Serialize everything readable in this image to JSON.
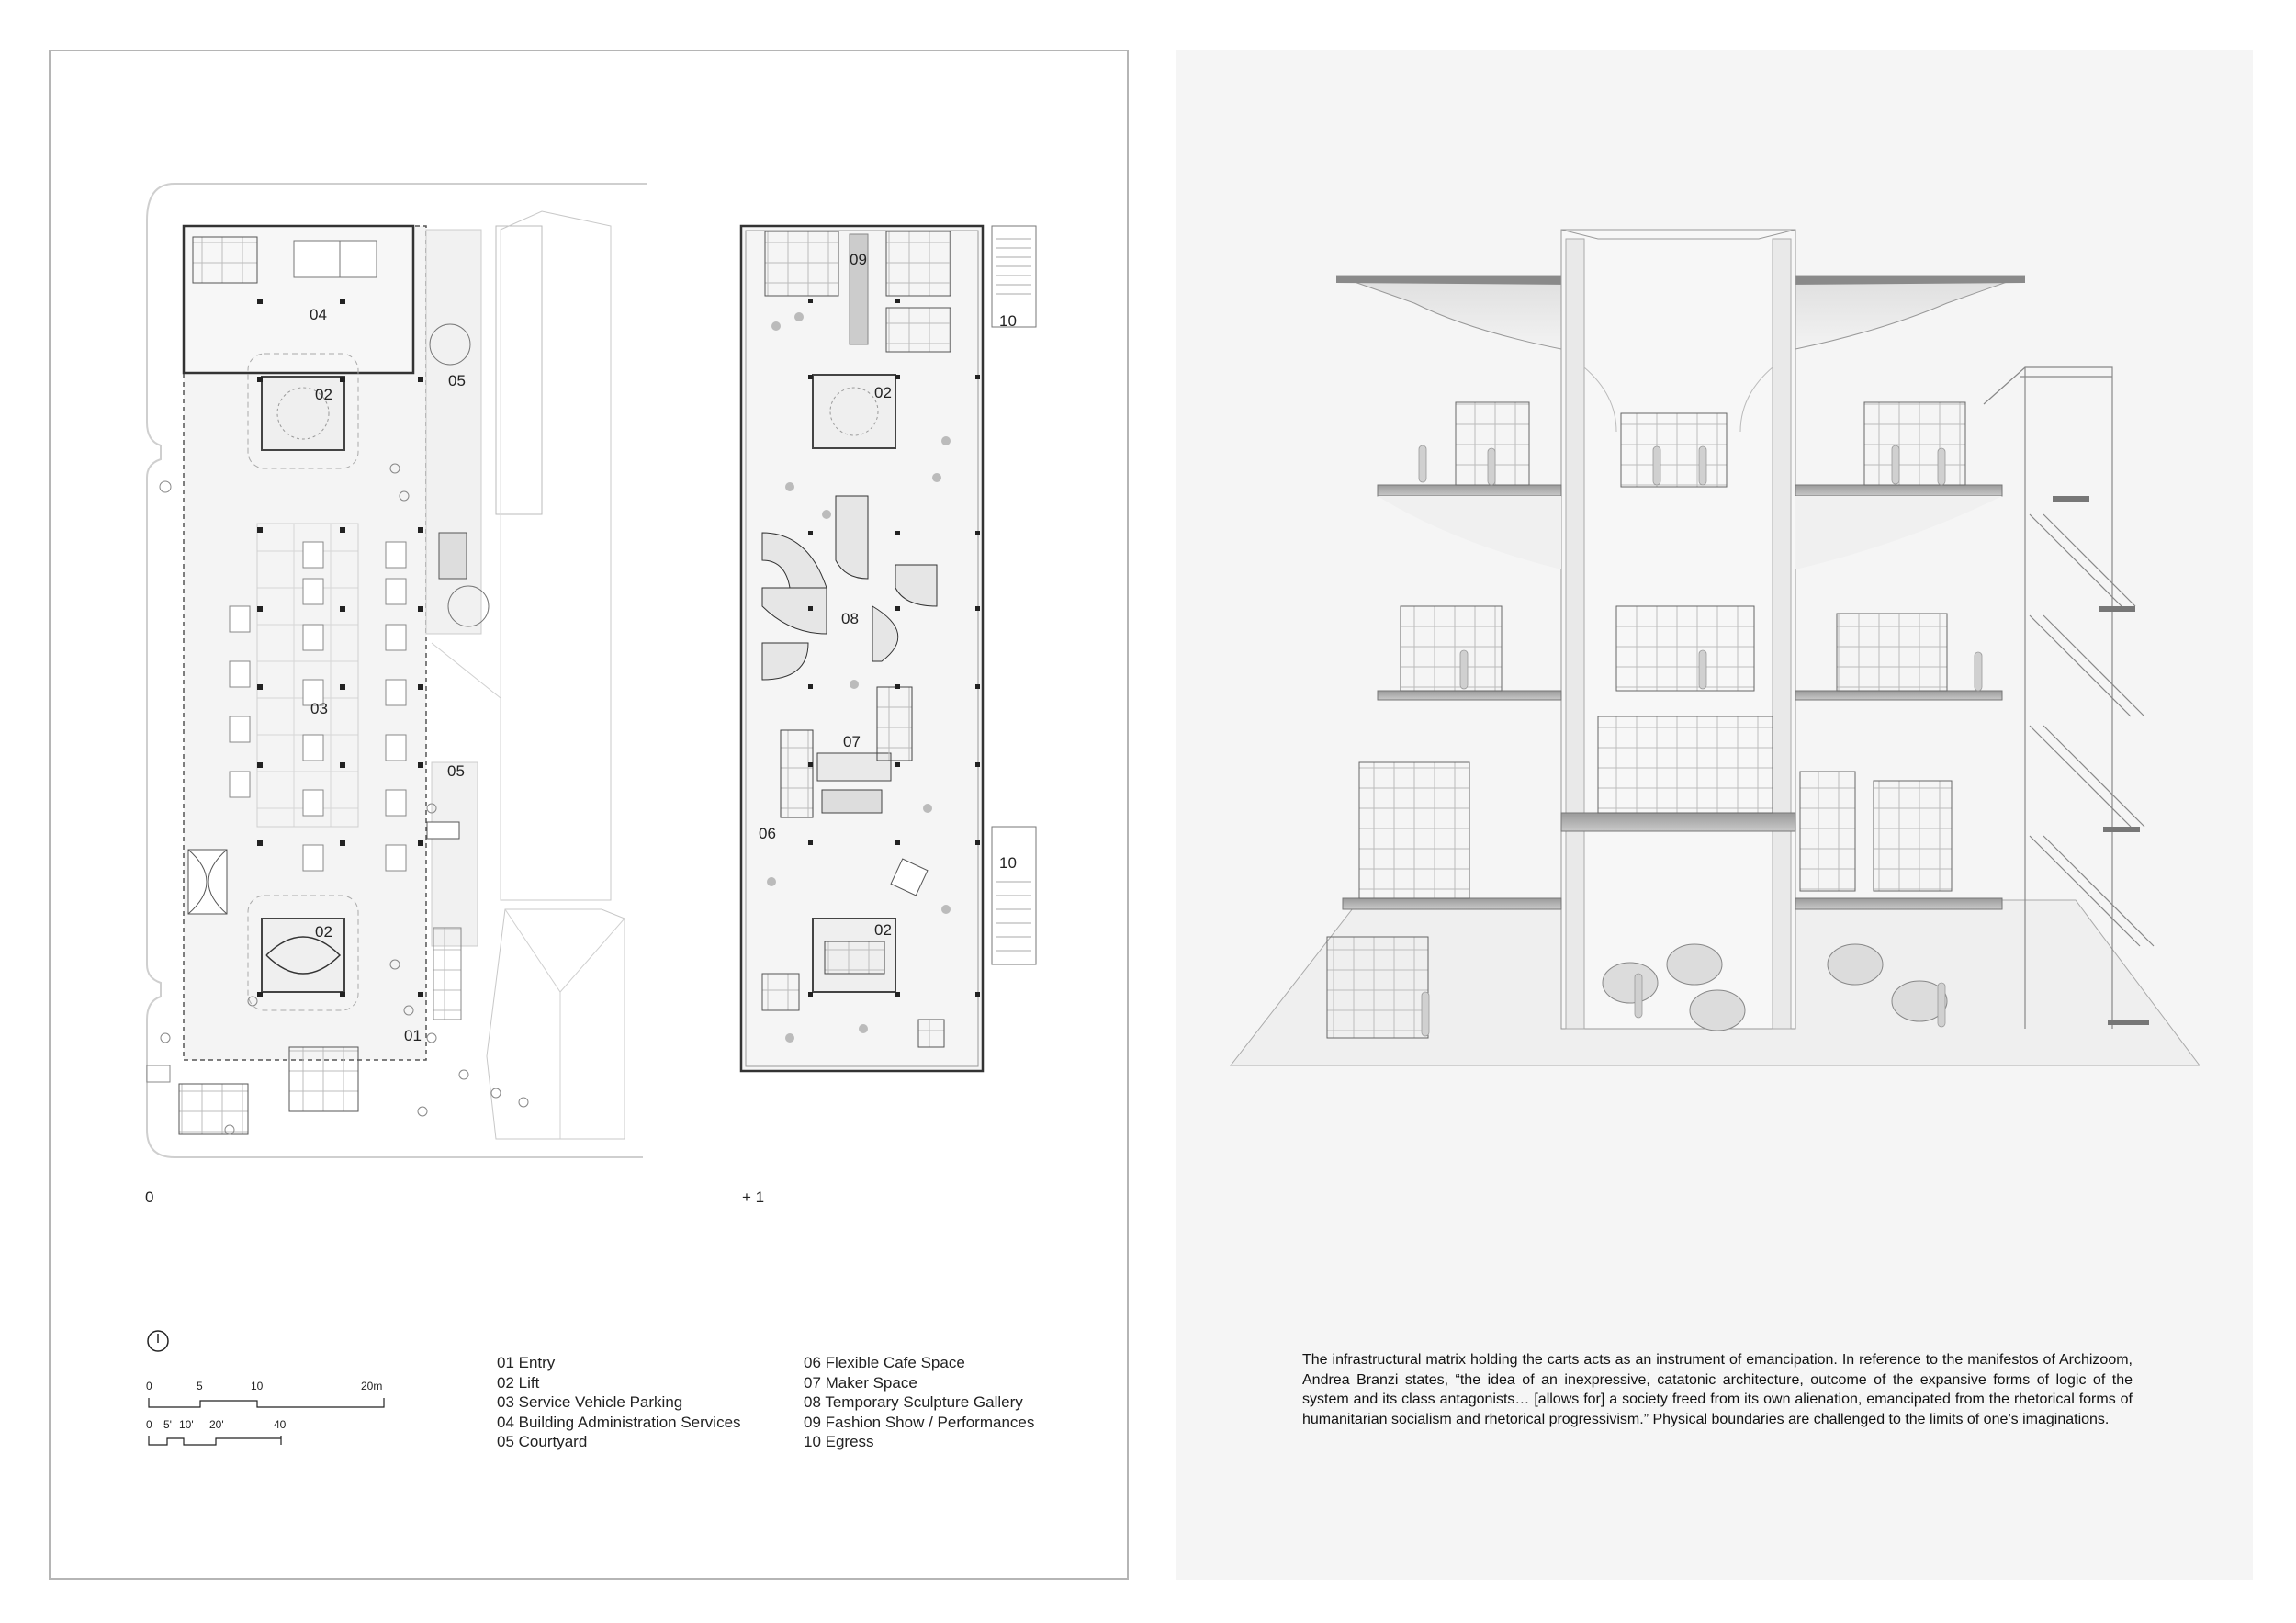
{
  "plans": {
    "ground": {
      "level_label": "0",
      "room_tags": [
        "04",
        "02",
        "05",
        "03",
        "05",
        "02",
        "01"
      ]
    },
    "first": {
      "level_label": "+ 1",
      "room_tags": [
        "09",
        "10",
        "02",
        "08",
        "07",
        "06",
        "10",
        "02"
      ]
    }
  },
  "scale_bar_metric": {
    "ticks": [
      "0",
      "5",
      "10",
      "20m"
    ]
  },
  "scale_bar_imperial": {
    "ticks": [
      "0",
      "5'",
      "10'",
      "20'",
      "40'"
    ]
  },
  "legend": {
    "col1": [
      "01 Entry",
      "02 Lift",
      "03 Service Vehicle Parking",
      "04 Building Administration Services",
      "05 Courtyard"
    ],
    "col2": [
      "06 Flexible Cafe Space",
      "07 Maker Space",
      "08 Temporary Sculpture Gallery",
      "09 Fashion Show / Performances",
      "10 Egress"
    ]
  },
  "caption": "The  infrastructural matrix holding the carts acts as an instrument of emancipation. In reference to the manifestos of Archizoom, Andrea Branzi states, “the idea of an inexpressive, catatonic architecture, outcome of the expansive forms of logic of the system and its class antagonists… [allows for] a society freed from its own alienation, emancipated from the rhetorical forms of humanitarian socialism and rhetorical progressivism.” Physical boundaries are challenged to the limits of one’s imaginations."
}
